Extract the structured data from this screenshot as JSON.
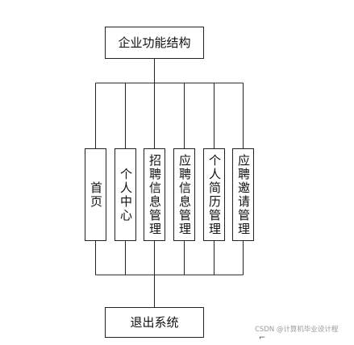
{
  "diagram": {
    "top": "企业功能结构",
    "children": [
      "首页",
      "个人中心",
      "招聘信息管理",
      "应聘信息管理",
      "个人简历管理",
      "应聘邀请管理"
    ],
    "bottom": "退出系统"
  },
  "watermark": "CSDN @计算机毕业设计程"
}
